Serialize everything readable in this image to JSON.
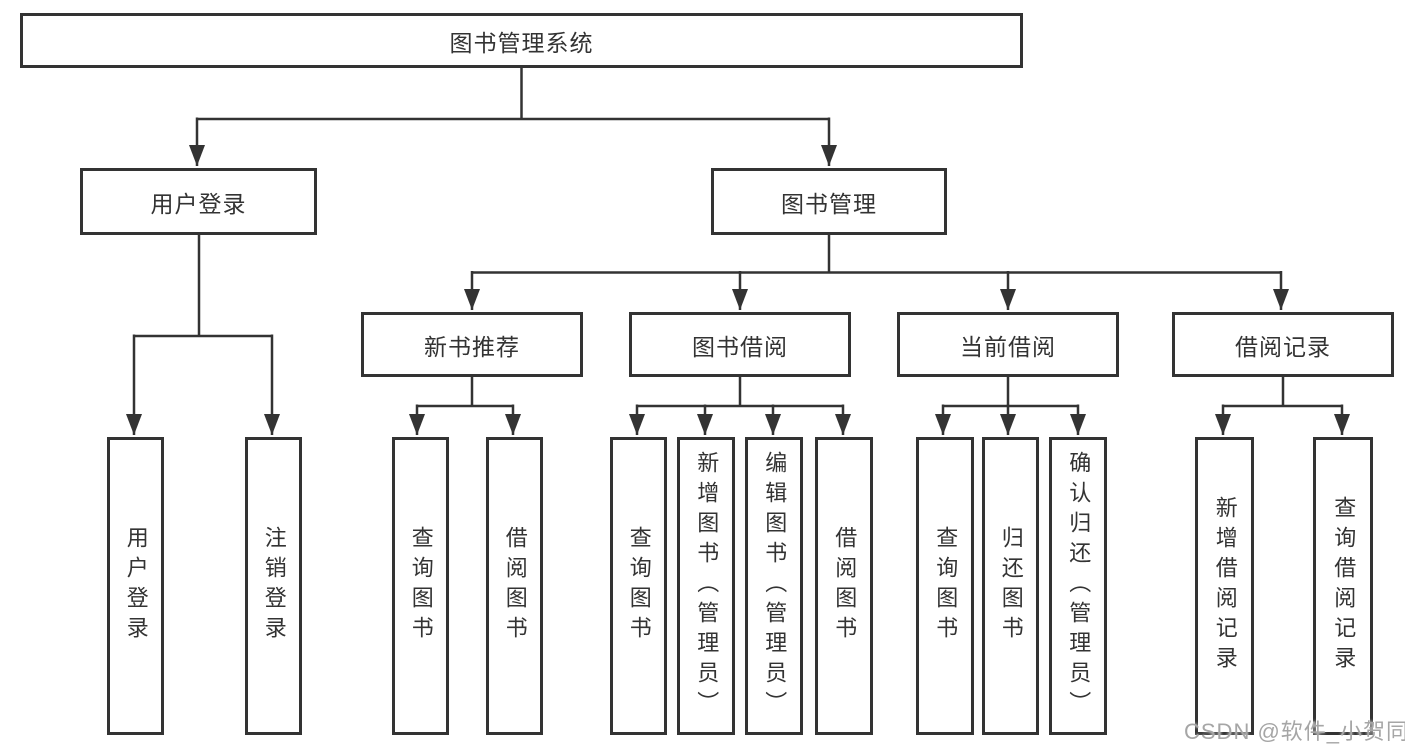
{
  "tree": {
    "root": {
      "label": "图书管理系统"
    },
    "user_login": {
      "label": "用户登录",
      "children": [
        {
          "label": "用户登录"
        },
        {
          "label": "注销登录"
        }
      ]
    },
    "book_mgmt": {
      "label": "图书管理",
      "sections": [
        {
          "label": "新书推荐",
          "children": [
            {
              "label": "查询图书"
            },
            {
              "label": "借阅图书"
            }
          ]
        },
        {
          "label": "图书借阅",
          "children": [
            {
              "label": "查询图书"
            },
            {
              "label": "新增图书（管理员）"
            },
            {
              "label": "编辑图书（管理员）"
            },
            {
              "label": "借阅图书"
            }
          ]
        },
        {
          "label": "当前借阅",
          "children": [
            {
              "label": "查询图书"
            },
            {
              "label": "归还图书"
            },
            {
              "label": "确认归还（管理员）"
            }
          ]
        },
        {
          "label": "借阅记录",
          "children": [
            {
              "label": "新增借阅记录"
            },
            {
              "label": "查询借阅记录"
            }
          ]
        }
      ]
    }
  },
  "watermark": {
    "text": "CSDN @软件_小贺同学"
  },
  "colors": {
    "line": "#333333",
    "text": "#333333",
    "box_background": "#ffffff",
    "watermark": "#a6a6a6"
  }
}
